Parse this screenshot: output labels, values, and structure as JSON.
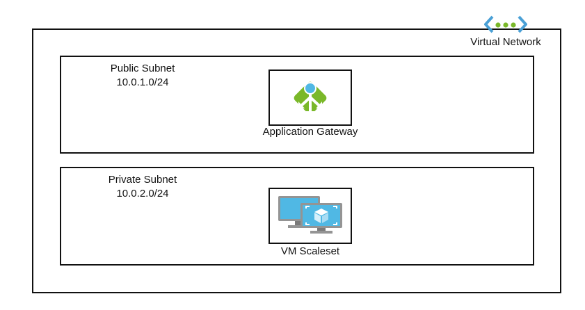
{
  "vnet": {
    "label": "Virtual Network",
    "icon": "virtual-network-icon"
  },
  "public_subnet": {
    "name": "Public Subnet",
    "cidr": "10.0.1.0/24",
    "resource": {
      "label": "Application Gateway",
      "icon": "application-gateway-icon"
    }
  },
  "private_subnet": {
    "name": "Private Subnet",
    "cidr": "10.0.2.0/24",
    "resource": {
      "label": "VM Scaleset",
      "icon": "vm-scaleset-icon"
    }
  },
  "colors": {
    "azure_green": "#7ab829",
    "azure_blue": "#50b8e4",
    "vnet_blue": "#4aa0d6"
  }
}
